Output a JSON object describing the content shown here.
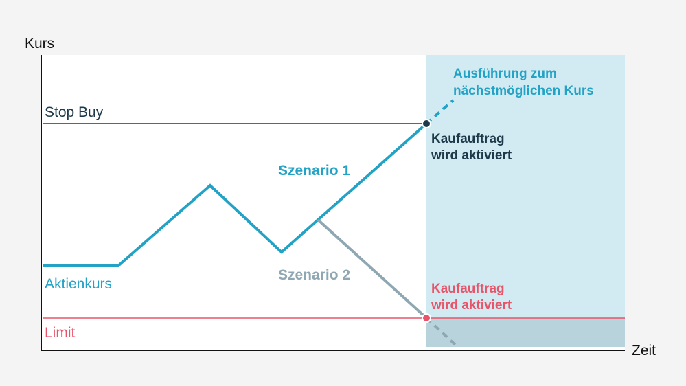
{
  "colors": {
    "background": "#f4f4f4",
    "plot_area": "#ffffff",
    "stock_line": "#22a2c4",
    "scenario2_line": "#8ea7b3",
    "stop_line": "#1e3a4a",
    "limit_line": "#e8556a",
    "highlight_zone": "#d2ebf2",
    "below_limit_zone": "#b9d3dd",
    "dark_text": "#1e3a4a"
  },
  "axes": {
    "y_label": "Kurs",
    "x_label": "Zeit"
  },
  "levels": {
    "stop_buy_label": "Stop Buy",
    "limit_label": "Limit"
  },
  "series": {
    "stock_label": "Aktienkurs",
    "scenario1_label": "Szenario 1",
    "scenario2_label": "Szenario 2"
  },
  "annotations": {
    "execution_line1": "Ausführung zum",
    "execution_line2": "nächstmöglichen Kurs",
    "stop_activated_line1": "Kaufauftrag",
    "stop_activated_line2": "wird aktiviert",
    "limit_activated_line1": "Kaufauftrag",
    "limit_activated_line2": "wird aktiviert"
  }
}
